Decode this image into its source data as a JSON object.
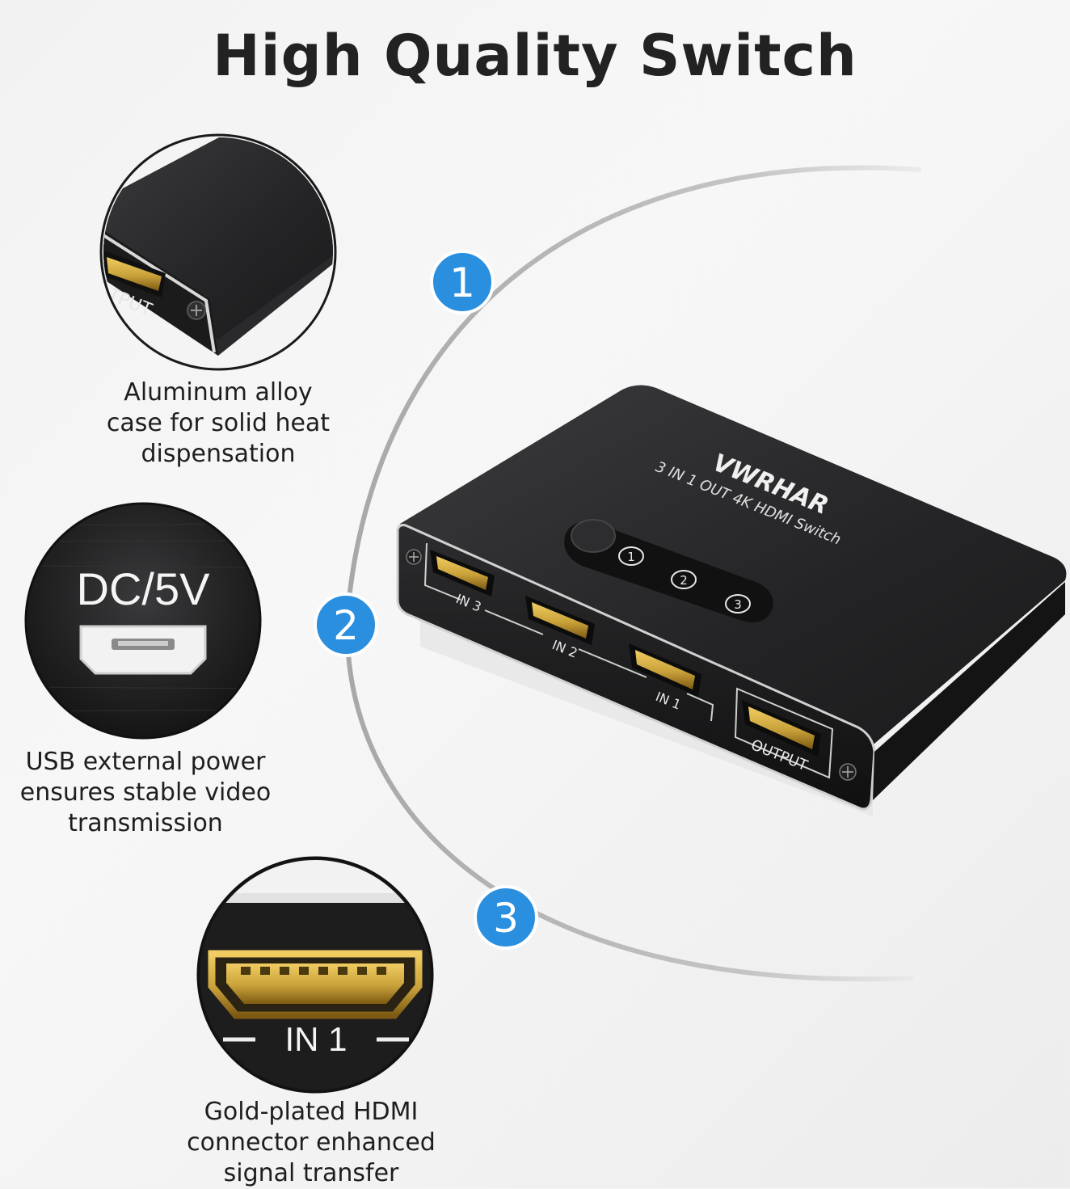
{
  "title": "High Quality Switch",
  "features": [
    {
      "number": "1",
      "lines": [
        "Aluminum alloy",
        "case for solid heat",
        "dispensation"
      ],
      "detail_text": "TPUT"
    },
    {
      "number": "2",
      "lines": [
        "USB external power",
        "ensures stable video",
        "transmission"
      ],
      "detail_text": "DC/5V"
    },
    {
      "number": "3",
      "lines": [
        "Gold-plated HDMI",
        "connector enhanced",
        "signal transfer"
      ],
      "detail_text": "IN 1"
    }
  ],
  "product": {
    "brand": "VWRHAR",
    "model": "3 IN 1 OUT 4K HDMI Switch",
    "ports": [
      "IN 3",
      "IN 2",
      "IN 1",
      "OUTPUT"
    ],
    "indicators": [
      "1",
      "2",
      "3"
    ]
  },
  "colors": {
    "accent": "#2b8fe0",
    "case": "#2a2a2c",
    "gold": "#c9a13a"
  }
}
